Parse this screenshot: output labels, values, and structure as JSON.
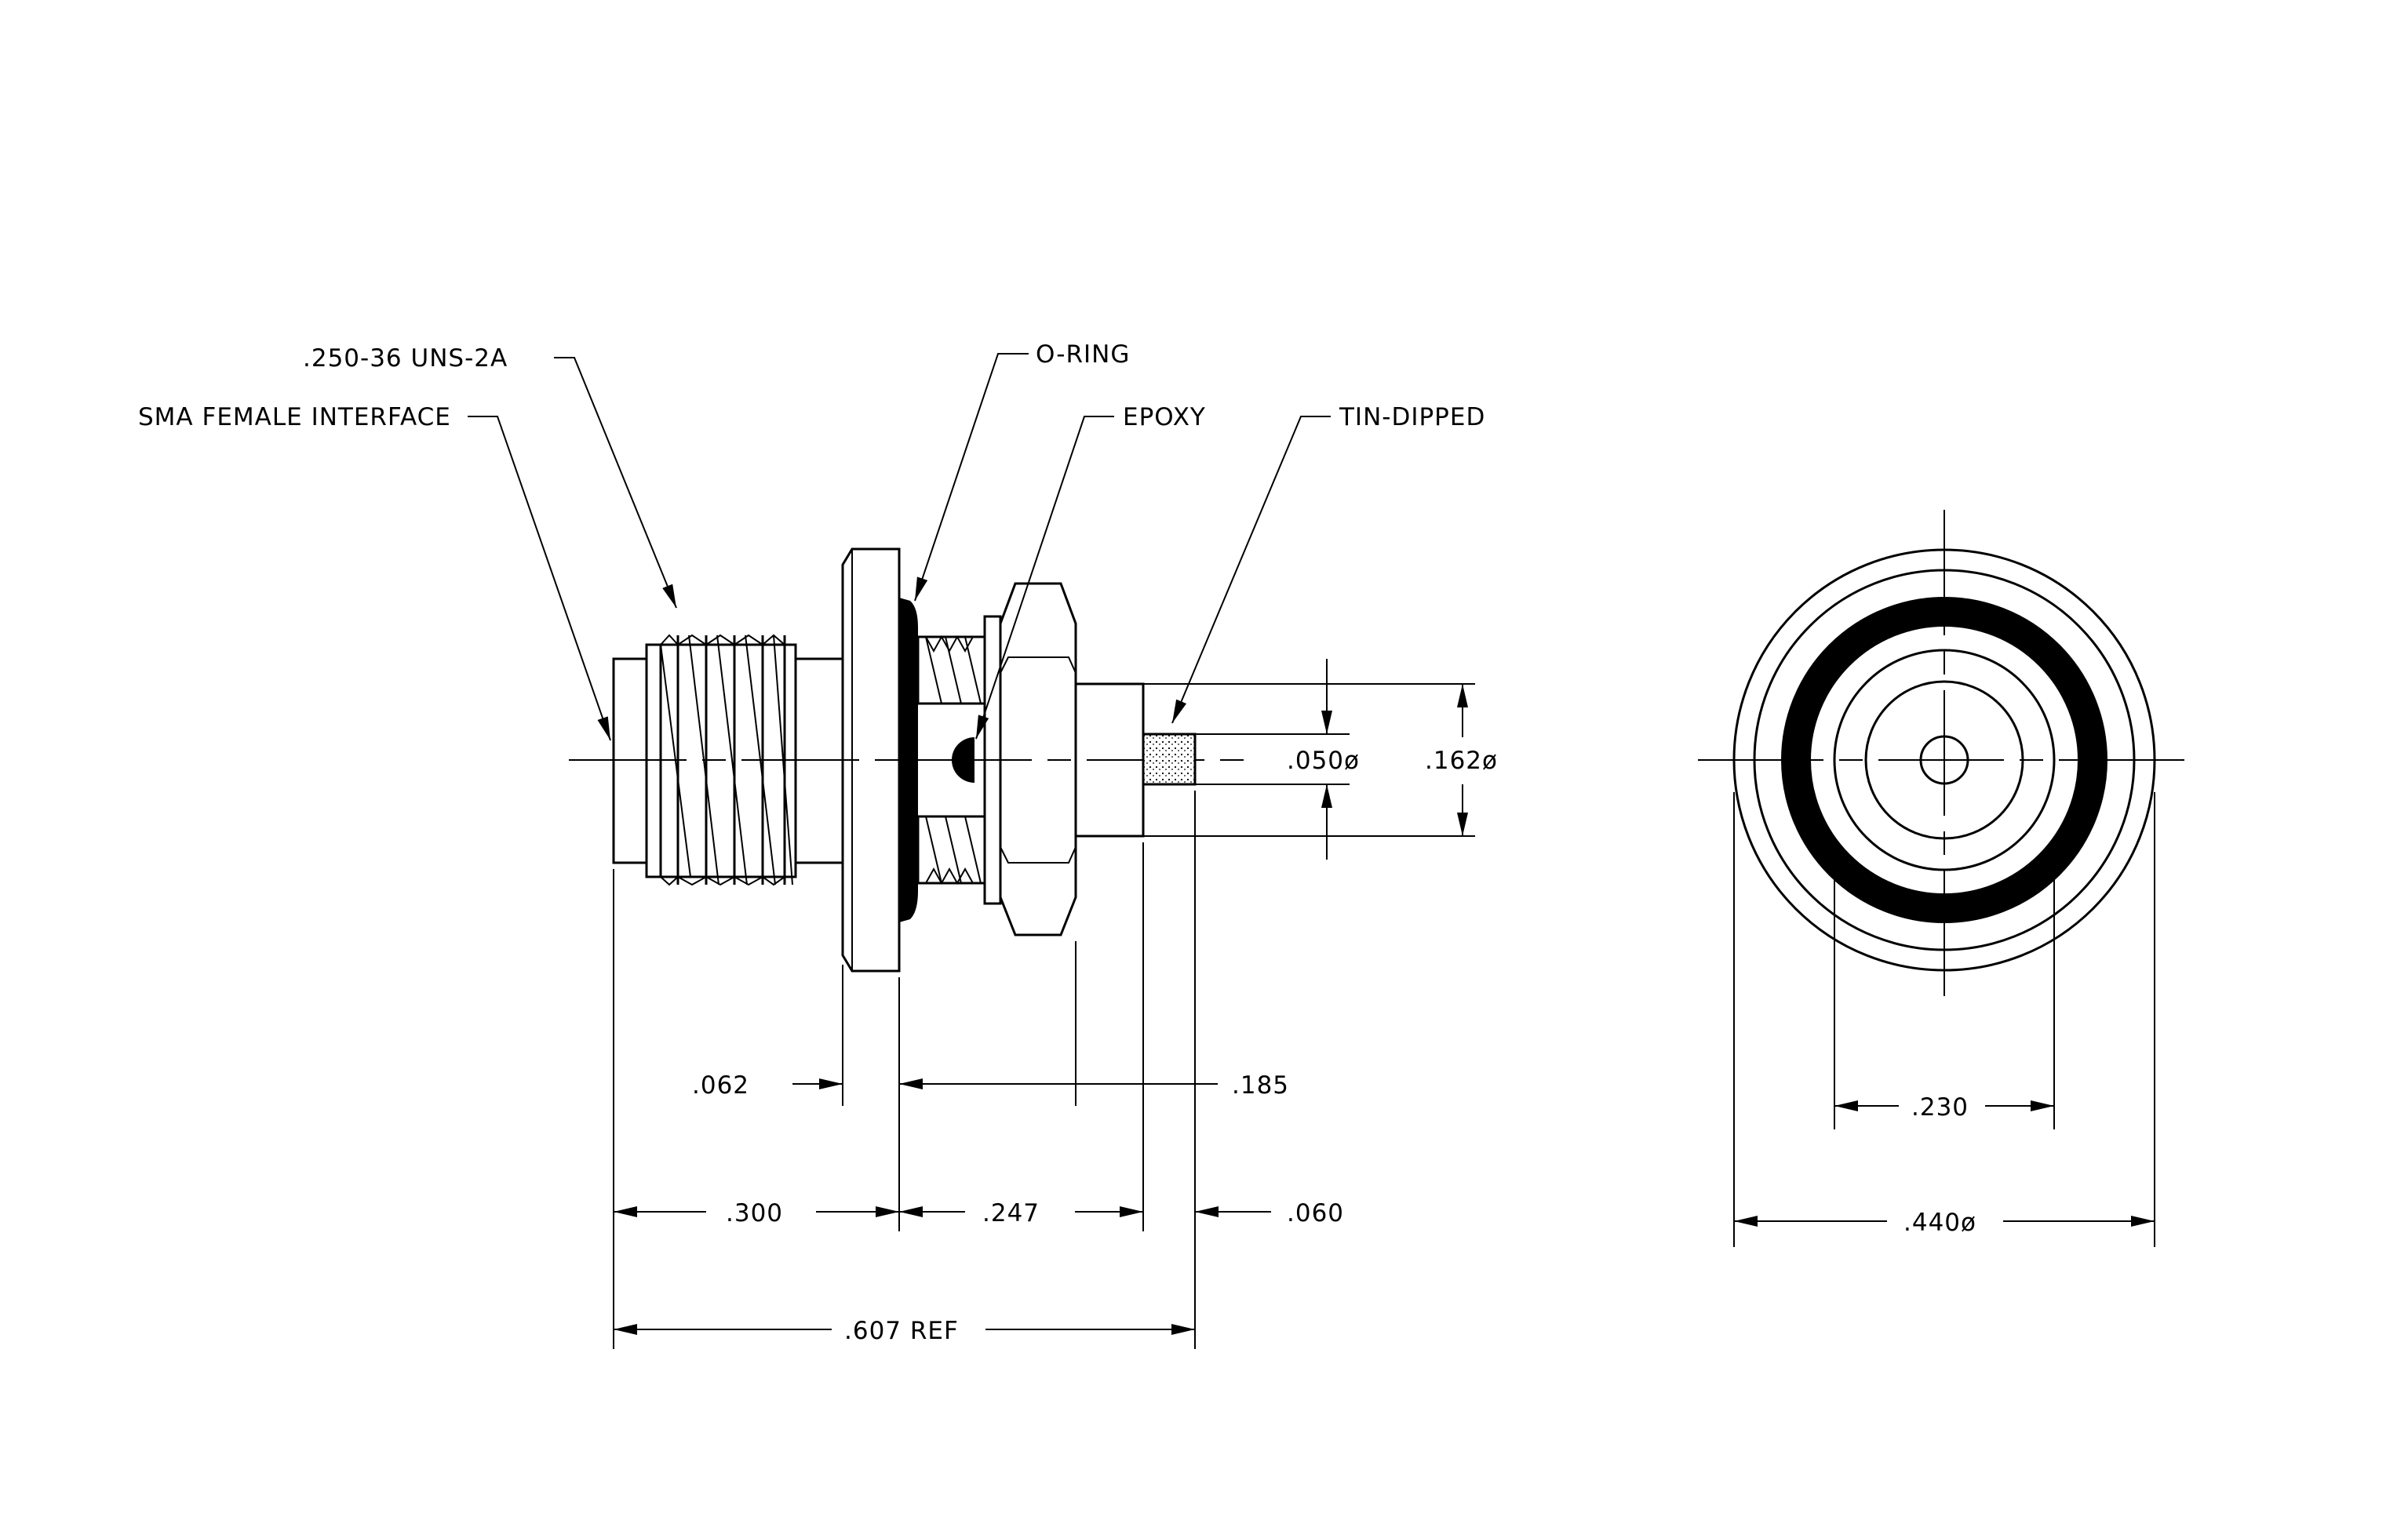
{
  "labels": {
    "thread": ".250-36 UNS-2A",
    "interface": "SMA FEMALE INTERFACE",
    "oring": "O-RING",
    "epoxy": "EPOXY",
    "tin": "TIN-DIPPED"
  },
  "dims": {
    "d050": ".050ø",
    "d162": ".162ø",
    "d062": ".062",
    "d185": ".185",
    "d300": ".300",
    "d247": ".247",
    "d060": ".060",
    "d607": ".607 REF",
    "d230": ".230",
    "d440": ".440ø"
  }
}
